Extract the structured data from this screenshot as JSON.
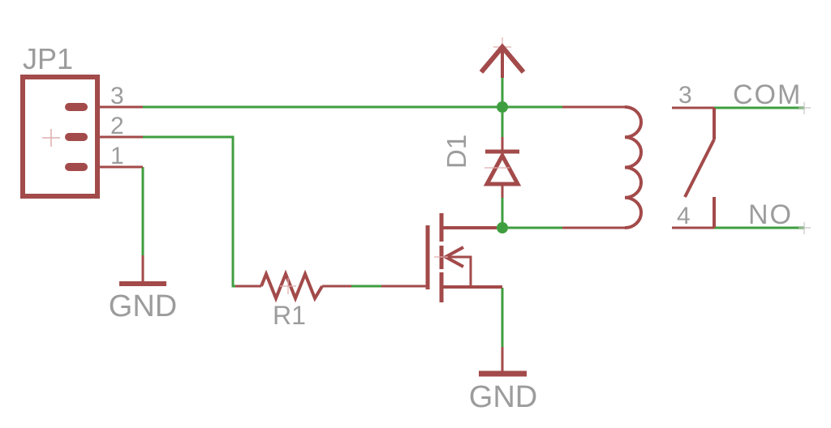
{
  "colors": {
    "net": "#3f9e3f",
    "component": "#a34a4a",
    "label": "#9c9c9c",
    "origin": "#e0aeae",
    "endmark": "#c4c4c4",
    "background": "#ffffff"
  },
  "connector_jp1": {
    "ref": "JP1",
    "pins": [
      {
        "number": "3"
      },
      {
        "number": "2"
      },
      {
        "number": "1"
      }
    ]
  },
  "resistor_r1": {
    "ref": "R1"
  },
  "diode_d1": {
    "ref": "D1"
  },
  "ground_left": {
    "label": "GND"
  },
  "ground_bottom": {
    "label": "GND"
  },
  "relay_contact": {
    "pin_com": "3",
    "pin_no": "4",
    "net_com": "COM",
    "net_no": "NO"
  }
}
